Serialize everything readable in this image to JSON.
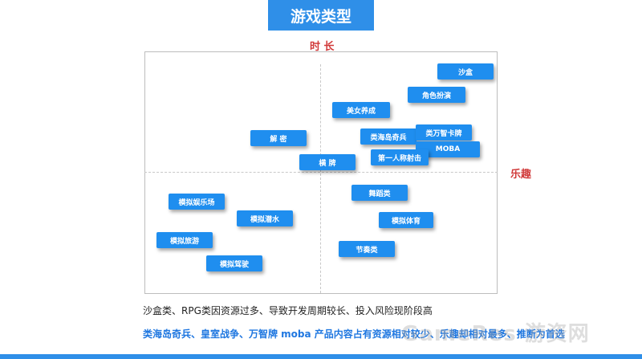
{
  "title": "游戏类型",
  "axes": {
    "y_label": "时 长",
    "x_label": "乐趣"
  },
  "tags": [
    {
      "text": "沙盒"
    },
    {
      "text": "角色扮演"
    },
    {
      "text": "美女养成"
    },
    {
      "text": "解  密"
    },
    {
      "text": "类海岛奇兵"
    },
    {
      "text": "类万智卡牌"
    },
    {
      "text": "MOBA"
    },
    {
      "text": "第一人称射击"
    },
    {
      "text": "横  牌"
    },
    {
      "text": "舞蹈类"
    },
    {
      "text": "模拟娱乐场"
    },
    {
      "text": "模拟潜水"
    },
    {
      "text": "模拟体育"
    },
    {
      "text": "模拟旅游"
    },
    {
      "text": "节奏类"
    },
    {
      "text": "模拟驾驶"
    }
  ],
  "notes": {
    "line1": "沙盒类、RPG类因资源过多、导致开发周期较长、投入风险现阶段高",
    "line2": "类海岛奇兵、皇室战争、万智牌 moba 产品内容占有资源相对较少、乐趣却相对最多、推断为首选"
  },
  "watermark": "GameRes 游资网"
}
